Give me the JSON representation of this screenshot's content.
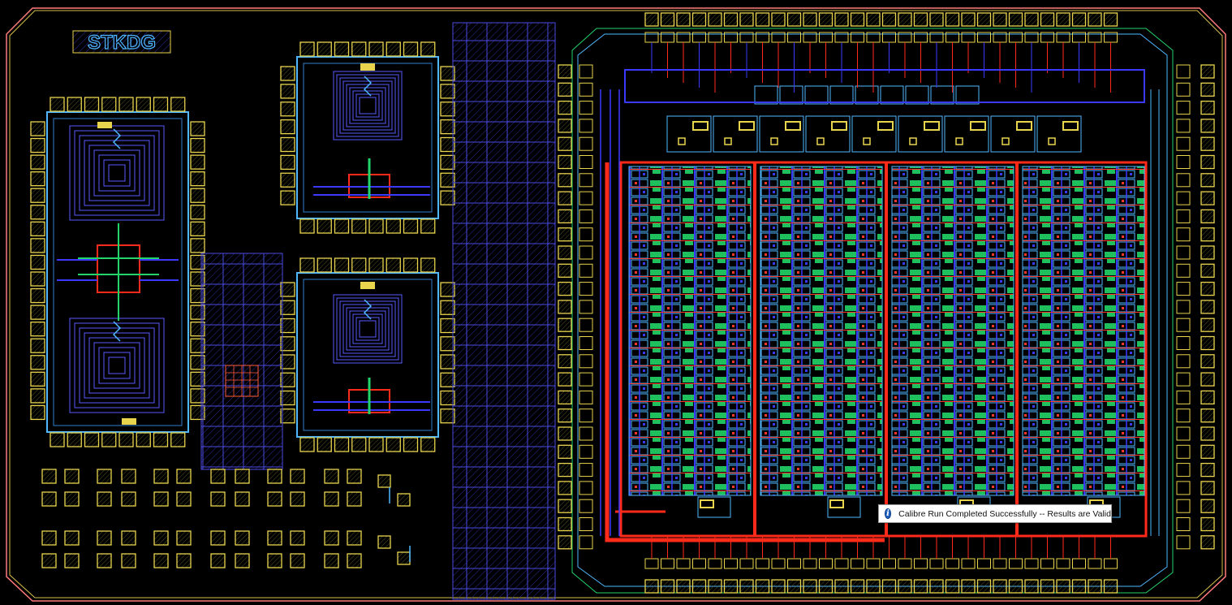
{
  "window": {
    "title": "Layout view"
  },
  "layout": {
    "logo_text": "STKDG",
    "colors": {
      "background": "#000000",
      "pad": "#e8d44d",
      "metal_blue": "#3a3aff",
      "metal_cyan": "#4fb7ff",
      "metal_red": "#ff2a1a",
      "green": "#22d46a",
      "border": "#ff6a6a"
    }
  },
  "notification": {
    "icon": "info-icon",
    "message": "Calibre Run Completed Successfully -- Results are Valid"
  }
}
